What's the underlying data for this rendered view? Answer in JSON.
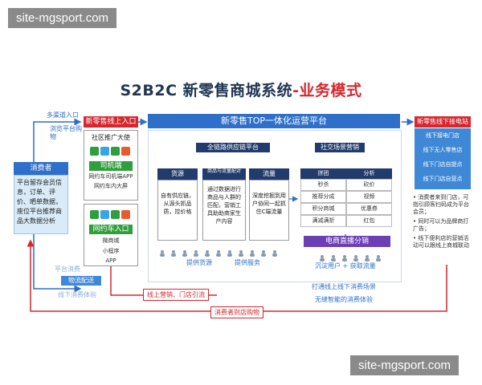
{
  "watermarks": {
    "top": "site-mgsport.com",
    "bottom": "site-mgsport.com"
  },
  "title": {
    "main": "S2B2C 新零售商城系统",
    "highlight": "-业务模式"
  },
  "left": {
    "flow1": "多渠道入口",
    "flow2": "浏览平台购物",
    "consumer": "消费者",
    "desc": "平台留存会员信息，订单、评价、晒单数据，座位平台推荐商品大数据分析",
    "flow3": "平台消费",
    "flow4": "物流配送",
    "flow5": "线下消费体验"
  },
  "online": {
    "header": "新零售线上入口",
    "community": "社区推广大使",
    "driver_btn": "司机端",
    "driver_app": "网约车司机端APP",
    "car_screen": "网约车内大屏",
    "network_header": "网约车入口",
    "items": [
      "微商城",
      "小程序",
      "APP"
    ]
  },
  "platform": {
    "header": "新零售TOP一体化运营平台",
    "supply_header": "全链路供应链平台",
    "supply_cols": [
      "货源",
      "商品与流量配对",
      "流量"
    ],
    "supply_desc": [
      "自有供应链，从源头抓品质，控价格",
      "通过数据进行商品与人群的匹配，营销工具助助商家生产内容",
      "深度挖掘到用户协同一起抓住C端流量"
    ],
    "provide_goods": "提供货源",
    "provide_service": "提供服务",
    "social_header": "社交场景营销",
    "social_cols": [
      "拼团",
      "分析"
    ],
    "social_rows": [
      [
        "秒杀",
        "砍价"
      ],
      [
        "推荐分成",
        "视频"
      ],
      [
        "积分商城",
        "优惠券"
      ],
      [
        "满减满折",
        "红包"
      ]
    ],
    "live_header": "电商直播分销",
    "live_flow": "沉淀用户 + 获取流量",
    "bottom_flow1": "打通线上线下消费场景",
    "bottom_flow2": "无缝智能的消费体验"
  },
  "offline": {
    "header": "新零售线下接电站",
    "items": [
      "线下接电门店",
      "线下无人零售店",
      "线下门店自提点",
      "线下门店自营点"
    ],
    "bullets": [
      "消费者来到门店，可指引顾客扫码成为平台会员；",
      "同时可以为品牌商打广告；",
      "线下便利店的营销活动可以跟线上商城联动"
    ]
  },
  "bottom": {
    "online_marketing": "线上营销、门店引流",
    "consumer_to_store": "消费者到店购物"
  },
  "colors": {
    "blue": "#2e6fc9",
    "red": "#d6262e",
    "green": "#2f9e3c",
    "navy": "#203b6c",
    "purple": "#6c3fb4"
  }
}
